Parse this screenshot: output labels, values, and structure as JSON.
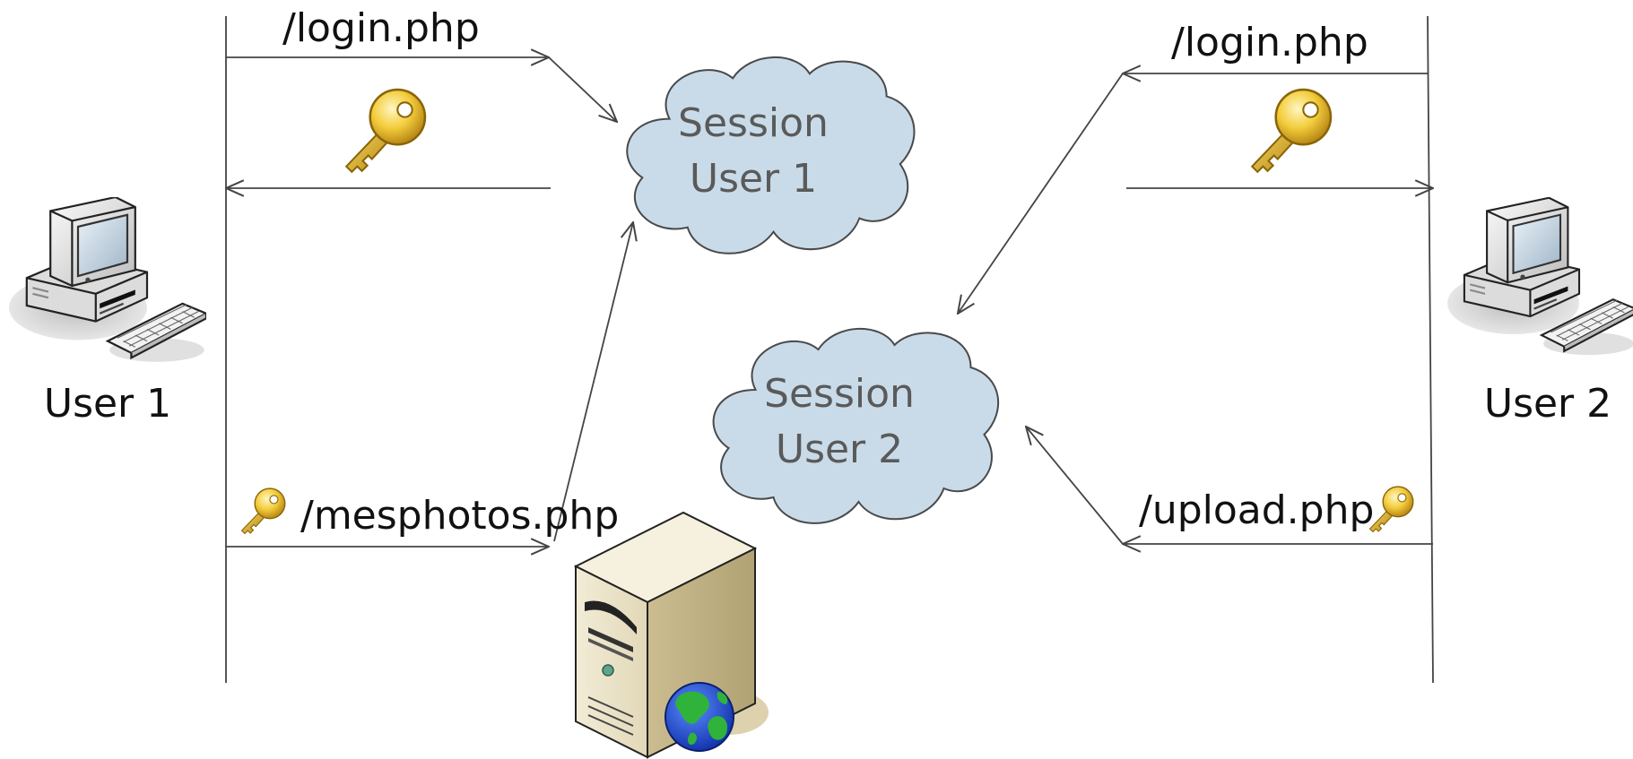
{
  "users": [
    {
      "id": "user1",
      "label": "User 1"
    },
    {
      "id": "user2",
      "label": "User 2"
    }
  ],
  "sessions": [
    {
      "id": "session1",
      "line1": "Session",
      "line2": "User 1"
    },
    {
      "id": "session2",
      "line1": "Session",
      "line2": "User 2"
    }
  ],
  "requests": {
    "user1_login": "/login.php",
    "user1_mesphotos": "/mesphotos.php",
    "user2_login": "/login.php",
    "user2_upload": "/upload.php"
  },
  "icons": [
    "computer-icon",
    "key-icon",
    "cloud-icon",
    "web-server-icon",
    "globe-icon"
  ],
  "colors": {
    "cloud_fill": "#c9dbe9",
    "cloud_stroke": "#4a4a4a",
    "key_gold": "#e8b923",
    "server_beige": "#ddd2b0",
    "globe_blue": "#1f4fd8",
    "globe_green": "#2fb33a"
  }
}
